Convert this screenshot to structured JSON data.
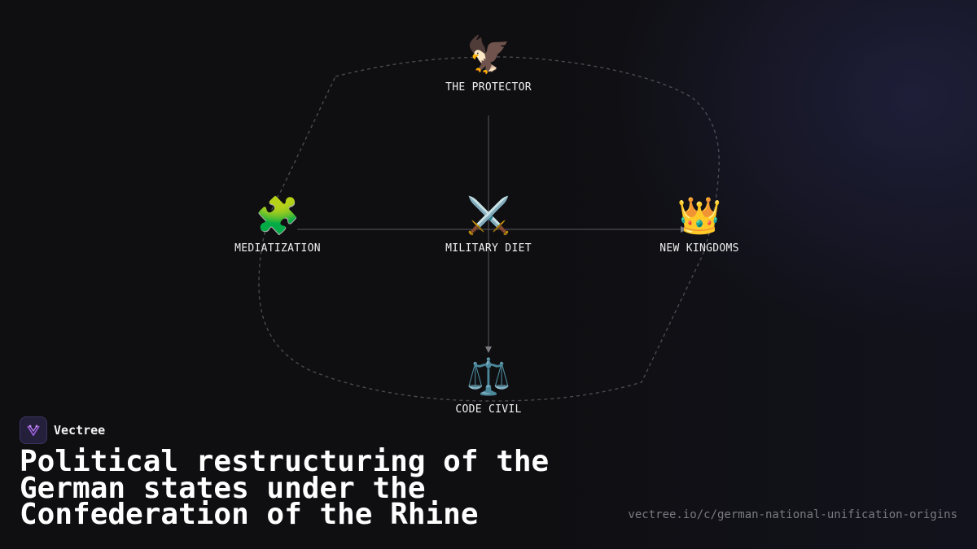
{
  "diagram": {
    "nodes": [
      {
        "id": "protector",
        "label": "THE PROTECTOR",
        "icon": "eagle-icon",
        "glyph": "🦅"
      },
      {
        "id": "mediatization",
        "label": "MEDIATIZATION",
        "icon": "puzzle-piece-icon",
        "glyph": "🧩"
      },
      {
        "id": "military-diet",
        "label": "MILITARY DIET",
        "icon": "crossed-swords-icon",
        "glyph": "⚔️"
      },
      {
        "id": "new-kingdoms",
        "label": "NEW KINGDOMS",
        "icon": "crown-icon",
        "glyph": "👑"
      },
      {
        "id": "code-civil",
        "label": "CODE CIVIL",
        "icon": "scales-icon",
        "glyph": "⚖️"
      }
    ],
    "edges": [
      {
        "from": "protector",
        "to": "military-diet",
        "arrow": false
      },
      {
        "from": "military-diet",
        "to": "code-civil",
        "arrow": true
      },
      {
        "from": "mediatization",
        "to": "military-diet",
        "arrow": false
      },
      {
        "from": "military-diet",
        "to": "new-kingdoms",
        "arrow": true
      }
    ],
    "boundary": "dashed"
  },
  "brand": {
    "name": "Vectree",
    "logo_icon": "vectree-logo-icon"
  },
  "title": "Political restructuring of the German states under the Confederation of the Rhine",
  "url": "vectree.io/c/german-national-unification-origins",
  "colors": {
    "background": "#0f0f12",
    "line": "#5a5a60",
    "dashed": "#4a4a50",
    "text": "#f0f0f0",
    "muted": "#7a7a80"
  }
}
